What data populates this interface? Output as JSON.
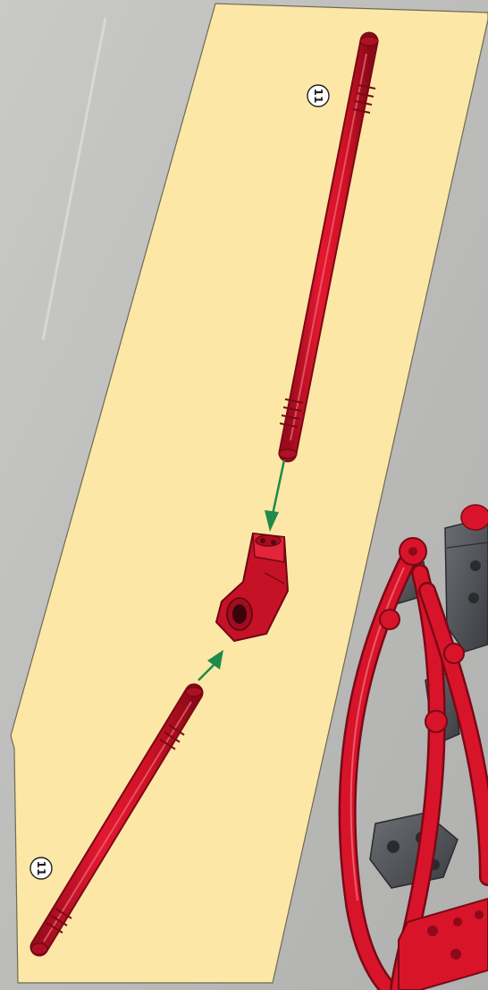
{
  "callouts": {
    "top_rod_length": "11",
    "bottom_rod_length": "11"
  },
  "colors": {
    "page_background": "#bdbdbb",
    "step_panel": "#fde7a6",
    "axle_red": "#d8142a",
    "axle_dark_red": "#8e0a18",
    "arrow_green": "#1f8a4a",
    "connector_gray": "#4a4d52"
  },
  "parts": [
    {
      "kind": "long-axle",
      "callout": "11"
    },
    {
      "kind": "connector-block"
    },
    {
      "kind": "long-axle",
      "callout": "11"
    }
  ]
}
